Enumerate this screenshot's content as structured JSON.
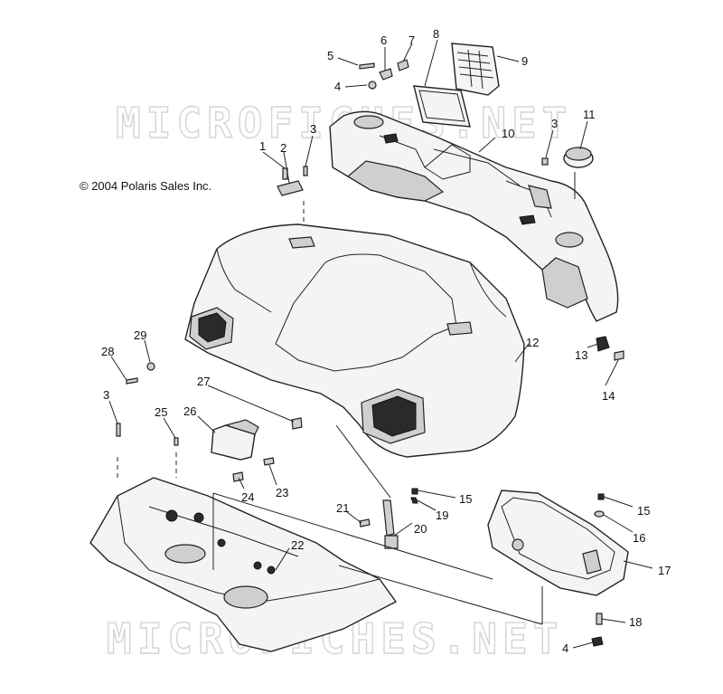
{
  "copyright": "© 2004 Polaris Sales Inc.",
  "watermark": "MICROFICHES.NET",
  "callouts": [
    "1",
    "2",
    "3",
    "3",
    "3",
    "4",
    "4",
    "5",
    "6",
    "7",
    "8",
    "9",
    "10",
    "11",
    "12",
    "13",
    "14",
    "15",
    "15",
    "16",
    "17",
    "18",
    "19",
    "20",
    "21",
    "22",
    "23",
    "24",
    "25",
    "26",
    "27",
    "28",
    "29"
  ],
  "colors": {
    "line": "#222222",
    "fill": "#f4f4f4",
    "watermark": "#d4d4d4"
  }
}
